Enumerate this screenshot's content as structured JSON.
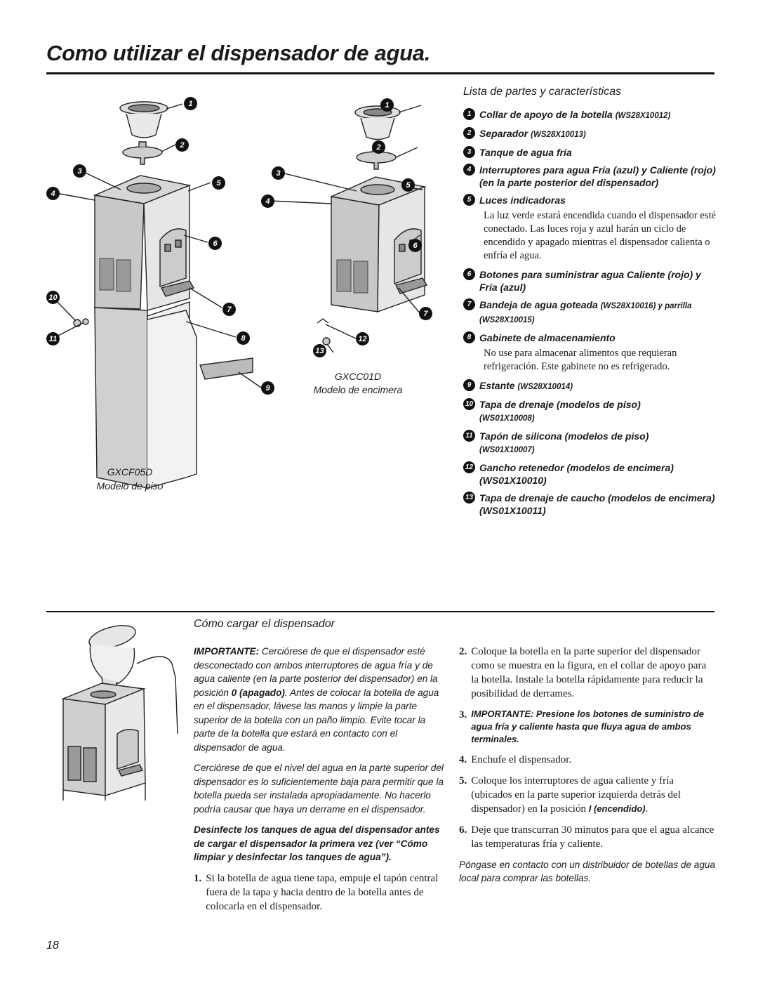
{
  "page": {
    "title": "Como utilizar el dispensador de agua.",
    "page_number": "18"
  },
  "figures": {
    "floor": {
      "model": "GXCF05D",
      "caption": "Modelo de piso"
    },
    "counter": {
      "model": "GXCC01D",
      "caption": "Modelo de encimera"
    },
    "callouts": [
      "1",
      "2",
      "3",
      "4",
      "5",
      "6",
      "7",
      "8",
      "9",
      "10",
      "11",
      "12",
      "13"
    ]
  },
  "parts": {
    "heading": "Lista de partes y características",
    "items": [
      {
        "n": "1",
        "label": "Collar de apoyo de la botella",
        "code": "(WS28X10012)",
        "desc": ""
      },
      {
        "n": "2",
        "label": "Separador",
        "code": "(WS28X10013)",
        "desc": ""
      },
      {
        "n": "3",
        "label": "Tanque de agua fría",
        "code": "",
        "desc": ""
      },
      {
        "n": "4",
        "label": "Interruptores para agua Fría (azul) y Caliente (rojo) (en la parte posterior del dispensador)",
        "code": "",
        "desc": ""
      },
      {
        "n": "5",
        "label": "Luces indicadoras",
        "code": "",
        "desc": "La luz verde estará encendida cuando el dispensador esté conectado. Las luces roja y azul harán un ciclo de encendido y apagado mientras el dispensador calienta o enfría el agua."
      },
      {
        "n": "6",
        "label": "Botones para suministrar agua Caliente (rojo) y Fría (azul)",
        "code": "",
        "desc": ""
      },
      {
        "n": "7",
        "label": "Bandeja de agua goteada",
        "code": "(WS28X10016) y parrilla (WS28X10015)",
        "desc": ""
      },
      {
        "n": "8",
        "label": "Gabinete de almacenamiento",
        "code": "",
        "desc": "No use para almacenar alimentos que requieran refrigeración. Este gabinete no es refrigerado."
      },
      {
        "n": "9",
        "label": "Estante",
        "code": "(WS28X10014)",
        "desc": ""
      },
      {
        "n": "10",
        "label": "Tapa de drenaje (modelos de piso)",
        "code": "(WS01X10008)",
        "desc": ""
      },
      {
        "n": "11",
        "label": "Tapón de silicona (modelos de piso)",
        "code": "(WS01X10007)",
        "desc": ""
      },
      {
        "n": "12",
        "label": "Gancho retenedor (modelos de encimera)",
        "code": "(WS01X10010)",
        "desc": ""
      },
      {
        "n": "13",
        "label": "Tapa de drenaje de caucho (modelos de encimera)",
        "code": "(WS01X10011)",
        "desc": ""
      }
    ]
  },
  "loading": {
    "heading": "Cómo cargar el dispensador",
    "p1_lead": "IMPORTANTE:",
    "p1_a": " Cerciórese de que el dispensador esté desconectado con ambos interruptores de agua fría y de agua caliente (en la parte posterior del dispensador) en la posición ",
    "p1_off": "0 (apagado)",
    "p1_b": ". Antes de colocar la botella de agua en el dispensador, lávese las manos y limpie la parte superior de la botella con un paño limpio. Evite tocar la parte de la botella que estará en contacto con el dispensador de agua.",
    "p2": "Cerciórese de que el nivel del agua en la parte superior del dispensador es lo suficientemente baja para permitir que la botella pueda ser instalada apropiadamente. No hacerlo podría causar que haya un derrame en el dispensador.",
    "p3": "Desinfecte los tanques de agua del dispensador antes de cargar el dispensador la primera vez (ver “Cómo limpiar y desinfectar los tanques de agua”).",
    "steps": [
      {
        "n": "1.",
        "text": "Si la botella de agua tiene tapa, empuje el tapón central fuera de la tapa y hacia dentro de la botella antes de colocarla en el dispensador."
      },
      {
        "n": "2.",
        "text": "Coloque la botella en la parte superior del dispensador como se muestra en la figura, en el collar de apoyo para la botella. Instale la botella rápidamente para reducir la posibilidad de derrames."
      },
      {
        "n": "3.",
        "text": "IMPORTANTE: Presione los botones de suministro de agua fría y caliente hasta que fluya agua de ambos terminales."
      },
      {
        "n": "4.",
        "text": "Enchufe el dispensador."
      },
      {
        "n": "5.",
        "text": "Coloque los interruptores de agua caliente y fría (ubicados en la parte superior izquierda detrás del dispensador) en la posición ",
        "strong": "I (encendido)",
        "tail": "."
      },
      {
        "n": "6.",
        "text": "Deje que transcurran 30 minutos para que el agua alcance las temperaturas fría y caliente."
      }
    ],
    "footnote": "Póngase en contacto con un distribuidor de botellas de agua local para comprar las botellas."
  }
}
